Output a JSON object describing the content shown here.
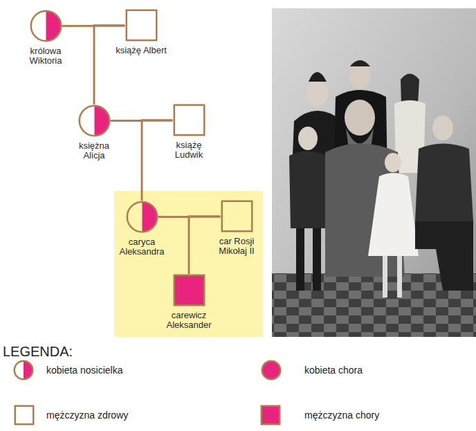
{
  "diagram": {
    "nodes": [
      {
        "text": [
          "królowa Wiktoria"
        ]
      },
      {
        "text": [
          "książę Albert"
        ]
      },
      {
        "text": [
          "księżna Alicja"
        ]
      },
      {
        "text": [
          "książę Ludwik"
        ]
      },
      {
        "text": [
          "caryca Aleksandra"
        ]
      },
      {
        "text": [
          "car Rosji Mikołaj II"
        ]
      },
      {
        "text": [
          "carewicz Aleksander"
        ]
      }
    ],
    "edges": [
      {
        "from": 0,
        "to": 1,
        "arrow": "none"
      },
      {
        "from": 0,
        "to": 2,
        "arrow": "none"
      },
      {
        "from": 1,
        "to": 2,
        "arrow": "none"
      },
      {
        "from": 2,
        "to": 3,
        "arrow": "none"
      },
      {
        "from": 2,
        "to": 4,
        "arrow": "none"
      },
      {
        "from": 3,
        "to": 4,
        "arrow": "none"
      },
      {
        "from": 4,
        "to": 5,
        "arrow": "none"
      },
      {
        "from": 4,
        "to": 6,
        "arrow": "none"
      },
      {
        "from": 5,
        "to": 6,
        "arrow": "none"
      }
    ],
    "labels": [
      "LEGENDA:"
    ],
    "legend": [
      {
        "text": "kobieta nosicielka"
      },
      {
        "text": "kobieta chora"
      },
      {
        "text": "mężczyzna zdrowy"
      },
      {
        "text": "mężczyzna chory"
      }
    ]
  }
}
